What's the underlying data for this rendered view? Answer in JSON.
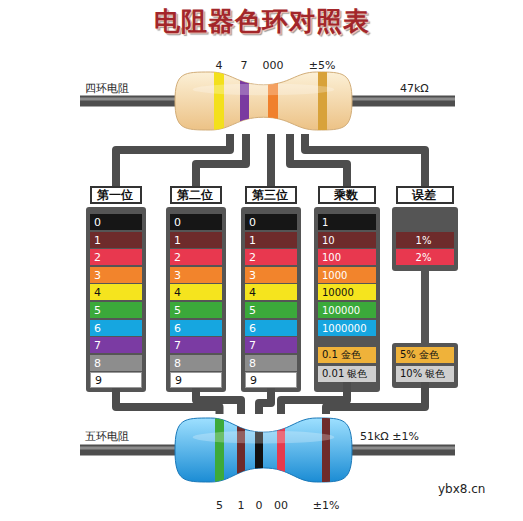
{
  "diagram": {
    "title": "电阻器色环对照表",
    "nodes": [
      {
        "text": [
          "4",
          "7",
          "000",
          "±5%",
          "四环电阻",
          "47kΩ"
        ]
      },
      {
        "text": [
          "第一位"
        ]
      },
      {
        "text": [
          "第二位"
        ]
      },
      {
        "text": [
          "第三位"
        ]
      },
      {
        "text": [
          "乘数"
        ]
      },
      {
        "text": [
          "误差"
        ]
      },
      {
        "text": [
          "0"
        ]
      },
      {
        "text": [
          "1"
        ]
      },
      {
        "text": [
          "2"
        ]
      },
      {
        "text": [
          "3"
        ]
      },
      {
        "text": [
          "4"
        ]
      },
      {
        "text": [
          "5"
        ]
      },
      {
        "text": [
          "6"
        ]
      },
      {
        "text": [
          "7"
        ]
      },
      {
        "text": [
          "8"
        ]
      },
      {
        "text": [
          "9"
        ]
      },
      {
        "text": [
          "0"
        ]
      },
      {
        "text": [
          "1"
        ]
      },
      {
        "text": [
          "2"
        ]
      },
      {
        "text": [
          "3"
        ]
      },
      {
        "text": [
          "4"
        ]
      },
      {
        "text": [
          "5"
        ]
      },
      {
        "text": [
          "6"
        ]
      },
      {
        "text": [
          "7"
        ]
      },
      {
        "text": [
          "8"
        ]
      },
      {
        "text": [
          "9"
        ]
      },
      {
        "text": [
          "0"
        ]
      },
      {
        "text": [
          "1"
        ]
      },
      {
        "text": [
          "2"
        ]
      },
      {
        "text": [
          "3"
        ]
      },
      {
        "text": [
          "4"
        ]
      },
      {
        "text": [
          "5"
        ]
      },
      {
        "text": [
          "6"
        ]
      },
      {
        "text": [
          "7"
        ]
      },
      {
        "text": [
          "8"
        ]
      },
      {
        "text": [
          "9"
        ]
      },
      {
        "text": [
          "1"
        ]
      },
      {
        "text": [
          "10"
        ]
      },
      {
        "text": [
          "100"
        ]
      },
      {
        "text": [
          "1000"
        ]
      },
      {
        "text": [
          "10000"
        ]
      },
      {
        "text": [
          "100000"
        ]
      },
      {
        "text": [
          "1000000"
        ]
      },
      {
        "text": [
          "0.1 金色"
        ]
      },
      {
        "text": [
          "0.01 银色"
        ]
      },
      {
        "text": [
          "1%"
        ]
      },
      {
        "text": [
          "2%"
        ]
      },
      {
        "text": [
          "5% 金色"
        ]
      },
      {
        "text": [
          "10% 银色"
        ]
      },
      {
        "text": [
          "五环电阻",
          "51kΩ ±1%",
          "5",
          "1",
          "0",
          "00",
          "±1%"
        ]
      }
    ],
    "edges": [
      {
        "from": 0,
        "to": 1,
        "arrow": "none"
      },
      {
        "from": 0,
        "to": 2,
        "arrow": "none"
      },
      {
        "from": 0,
        "to": 3,
        "arrow": "none"
      },
      {
        "from": 0,
        "to": 4,
        "arrow": "none"
      },
      {
        "from": 0,
        "to": 5,
        "arrow": "none"
      },
      {
        "from": 15,
        "to": 49,
        "arrow": "none"
      },
      {
        "from": 25,
        "to": 49,
        "arrow": "none"
      },
      {
        "from": 35,
        "to": 49,
        "arrow": "none"
      },
      {
        "from": 44,
        "to": 49,
        "arrow": "none"
      },
      {
        "from": 48,
        "to": 49,
        "arrow": "none"
      }
    ],
    "labels": [
      "ybx8.cn"
    ]
  }
}
